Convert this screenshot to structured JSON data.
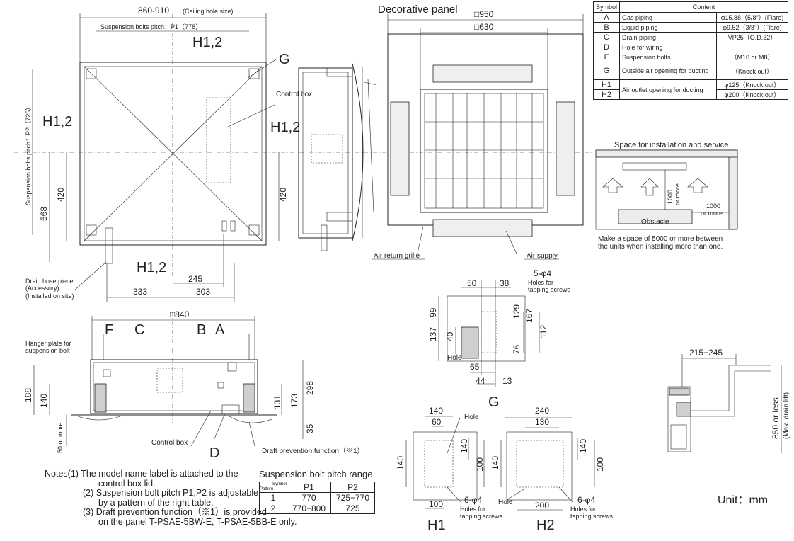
{
  "top_view": {
    "ceiling_hole": "860-910",
    "ceiling_hole_note": "(Ceiling hole size)",
    "pitch_p1": "Suspension bolts pitch：P1（778）",
    "pitch_p2": "Suspension bolts pitch：P2（725）",
    "h12": "H1,2",
    "g": "G",
    "control_box": "Control box",
    "dim_420": "420",
    "dim_568": "568",
    "dim_245": "245",
    "dim_333": "333",
    "dim_303": "303",
    "drain_hose_1": "Drain hose piece",
    "drain_hose_2": "(Accessory)",
    "drain_hose_3": "(Installed on site)"
  },
  "panel_view": {
    "title": "Decorative panel",
    "dim_950": "□950",
    "dim_630": "□630",
    "air_return": "Air return grille",
    "air_supply": "Air supply"
  },
  "symbol_table": {
    "header_symbol": "Symbol",
    "header_content": "Content",
    "rows": [
      {
        "symbol": "A",
        "name": "Gas piping",
        "content": "φ15.88（5/8\"）(Flare)"
      },
      {
        "symbol": "B",
        "name": "Liquid piping",
        "content": "φ9.52（3/8\"）(Flare)"
      },
      {
        "symbol": "C",
        "name": "Drain piping",
        "content": "VP25（O.D.32）"
      },
      {
        "symbol": "D",
        "name": "Hole for wiring",
        "content": ""
      },
      {
        "symbol": "F",
        "name": "Suspension bolts",
        "content": "（M10 or M8）"
      },
      {
        "symbol": "G",
        "name": "Outside air opening for ducting",
        "content": "（Knock out）"
      },
      {
        "symbol": "H1",
        "name": "Air outlet opening for ducting",
        "content": "φ125（Knock out）"
      },
      {
        "symbol": "H2",
        "name": "",
        "content": "φ200（Knock out）"
      }
    ]
  },
  "service_space": {
    "title": "Space for installation and service",
    "dim_1000_a": "1000",
    "or_more_a": "or more",
    "dim_1000_b": "1000",
    "or_more_b": "or more",
    "obstacle": "Obstacle",
    "caption_1": "Make a space of 5000 or more between",
    "caption_2": "the units when installing more than one."
  },
  "front_view": {
    "dim_840": "□840",
    "f": "F",
    "c": "C",
    "b": "B",
    "a": "A",
    "d": "D",
    "hanger_1": "Hanger plate for",
    "hanger_2": "suspension bolt",
    "dim_188": "188",
    "dim_140": "140",
    "dim_298": "298",
    "dim_173": "173",
    "dim_131": "131",
    "dim_35": "35",
    "fifty_or_more": "50 or more",
    "control_box": "Control box",
    "draft": "Draft prevention function（※1）"
  },
  "detail_g": {
    "label": "G",
    "dim_50": "50",
    "dim_38": "38",
    "holes": "5-φ4",
    "holes_1": "Holes for",
    "holes_2": "tapping  screws",
    "dim_99": "99",
    "dim_129": "129",
    "dim_167": "167",
    "dim_137": "137",
    "dim_40": "40",
    "dim_112": "112",
    "dim_76": "76",
    "hole": "Hole",
    "dim_65": "65",
    "dim_44": "44",
    "dim_13": "13"
  },
  "detail_h1": {
    "label": "H1",
    "dim_140_top": "140",
    "dim_60": "60",
    "hole": "Hole",
    "dim_140_left": "140",
    "dim_140_right": "140",
    "dim_100_right": "100",
    "dim_100_bottom": "100",
    "holes": "6-φ4",
    "holes_1": "Holes for",
    "holes_2": "tapping screws"
  },
  "detail_h2": {
    "label": "H2",
    "dim_240": "240",
    "dim_130": "130",
    "dim_140_left": "140",
    "dim_140_right": "140",
    "dim_100_right": "100",
    "hole": "Hole",
    "dim_200": "200",
    "holes": "6-φ4",
    "holes_1": "Holes for",
    "holes_2": "tapping screws"
  },
  "drain_lift": {
    "dim_215": "215−245",
    "lift_1": "850 or less",
    "lift_2": "(Max. drain lift)"
  },
  "notes": [
    "Notes(1)  The model name label is attached to the",
    "control box lid.",
    "(2)  Suspension bolt pitch P1,P2 is adjustable",
    "by a pattern of the right table.",
    "(3)  Draft prevention function（※1）is provided",
    "on the panel T-PSAE-5BW-E, T-PSAE-5BB-E only."
  ],
  "bolt_table": {
    "title": "Suspension bolt pitch range",
    "corner_symbol": "Symbol",
    "corner_pattern": "Pattern",
    "col_p1": "P1",
    "col_p2": "P2",
    "rows": [
      {
        "pattern": "1",
        "p1": "770",
        "p2": "725−770"
      },
      {
        "pattern": "2",
        "p1": "770−800",
        "p2": "725"
      }
    ]
  },
  "unit": "Unit：mm"
}
